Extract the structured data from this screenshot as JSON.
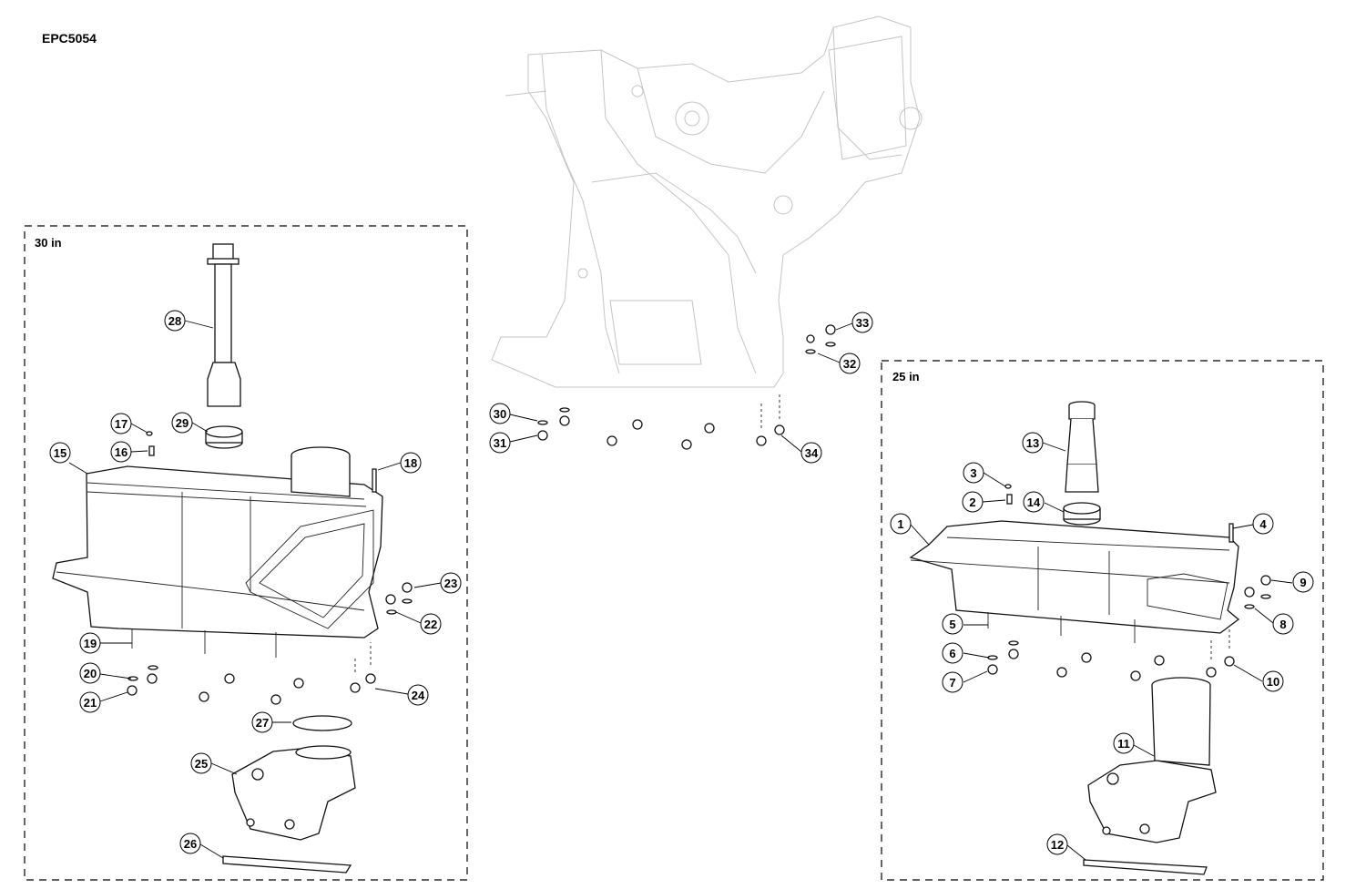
{
  "title": "EPC5054",
  "panels": {
    "left": {
      "label": "30 in"
    },
    "right": {
      "label": "25 in"
    }
  },
  "callouts": [
    {
      "id": "c28",
      "label": "28"
    },
    {
      "id": "c17",
      "label": "17"
    },
    {
      "id": "c16",
      "label": "16"
    },
    {
      "id": "c29",
      "label": "29"
    },
    {
      "id": "c15",
      "label": "15"
    },
    {
      "id": "c18",
      "label": "18"
    },
    {
      "id": "c23",
      "label": "23"
    },
    {
      "id": "c22",
      "label": "22"
    },
    {
      "id": "c19",
      "label": "19"
    },
    {
      "id": "c20",
      "label": "20"
    },
    {
      "id": "c21",
      "label": "21"
    },
    {
      "id": "c24",
      "label": "24"
    },
    {
      "id": "c27",
      "label": "27"
    },
    {
      "id": "c25",
      "label": "25"
    },
    {
      "id": "c26",
      "label": "26"
    },
    {
      "id": "c30",
      "label": "30"
    },
    {
      "id": "c31",
      "label": "31"
    },
    {
      "id": "c33",
      "label": "33"
    },
    {
      "id": "c32",
      "label": "32"
    },
    {
      "id": "c34",
      "label": "34"
    },
    {
      "id": "c13",
      "label": "13"
    },
    {
      "id": "c3",
      "label": "3"
    },
    {
      "id": "c2",
      "label": "2"
    },
    {
      "id": "c14",
      "label": "14"
    },
    {
      "id": "c1",
      "label": "1"
    },
    {
      "id": "c4",
      "label": "4"
    },
    {
      "id": "c9",
      "label": "9"
    },
    {
      "id": "c8",
      "label": "8"
    },
    {
      "id": "c5",
      "label": "5"
    },
    {
      "id": "c6",
      "label": "6"
    },
    {
      "id": "c7",
      "label": "7"
    },
    {
      "id": "c10",
      "label": "10"
    },
    {
      "id": "c11",
      "label": "11"
    },
    {
      "id": "c12",
      "label": "12"
    }
  ]
}
